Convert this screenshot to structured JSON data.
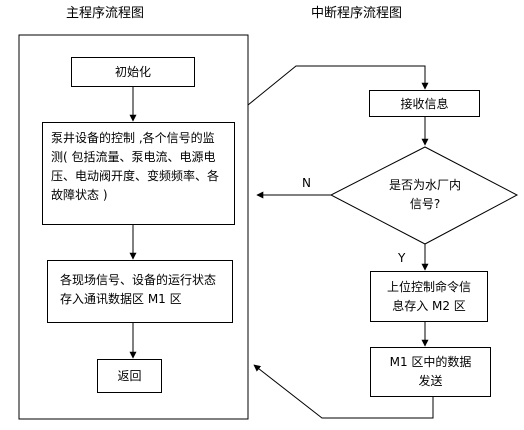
{
  "main_title": "主程序流程图",
  "interrupt_title": "中断程序流程图",
  "main_flow": {
    "init": "初始化",
    "control_lines": [
      "泵井设备的控制 ,各个信号的监",
      "测( 包括流量、泵电流、电源电",
      "压、电动阀开度、变频频率、各",
      "故障状态 )"
    ],
    "store_lines": [
      "各现场信号、设备的运行状态",
      "存入通讯数据区 M1 区"
    ],
    "return": "返回"
  },
  "interrupt_flow": {
    "receive": "接收信息",
    "decision_lines": [
      "是否为水厂内",
      "信号?"
    ],
    "no_label": "N",
    "yes_label": "Y",
    "store_cmd_lines": [
      "上位控制命令信",
      "息存入 M2 区"
    ],
    "send_lines": [
      "M1 区中的数据",
      "发送"
    ]
  }
}
